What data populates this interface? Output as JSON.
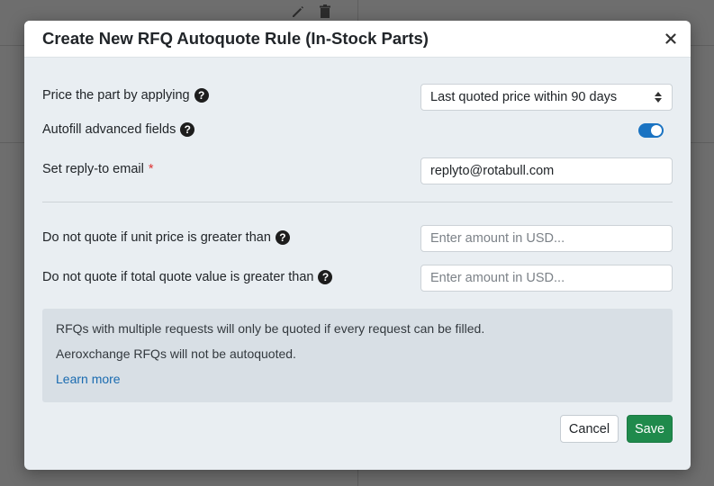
{
  "modal": {
    "title": "Create New RFQ Autoquote Rule (In-Stock Parts)",
    "close_icon": "close-icon"
  },
  "form": {
    "pricing": {
      "label": "Price the part by applying",
      "value": "Last quoted price within 90 days"
    },
    "autofill": {
      "label": "Autofill advanced fields",
      "enabled": true
    },
    "reply_to": {
      "label": "Set reply-to email",
      "required_marker": "*",
      "value": "replyto@rotabull.com"
    },
    "unit_price_limit": {
      "label": "Do not quote if unit price is greater than",
      "placeholder": "Enter amount in USD..."
    },
    "total_value_limit": {
      "label": "Do not quote if total quote value is greater than",
      "placeholder": "Enter amount in USD..."
    }
  },
  "info": {
    "line1": "RFQs with multiple requests will only be quoted if every request can be filled.",
    "line2": "Aeroxchange RFQs will not be autoquoted.",
    "link": "Learn more"
  },
  "buttons": {
    "cancel": "Cancel",
    "save": "Save"
  },
  "colors": {
    "toggle_on": "#1a73c2",
    "save_button": "#1f8a4c",
    "link": "#1a6bb0",
    "required": "#d33"
  }
}
